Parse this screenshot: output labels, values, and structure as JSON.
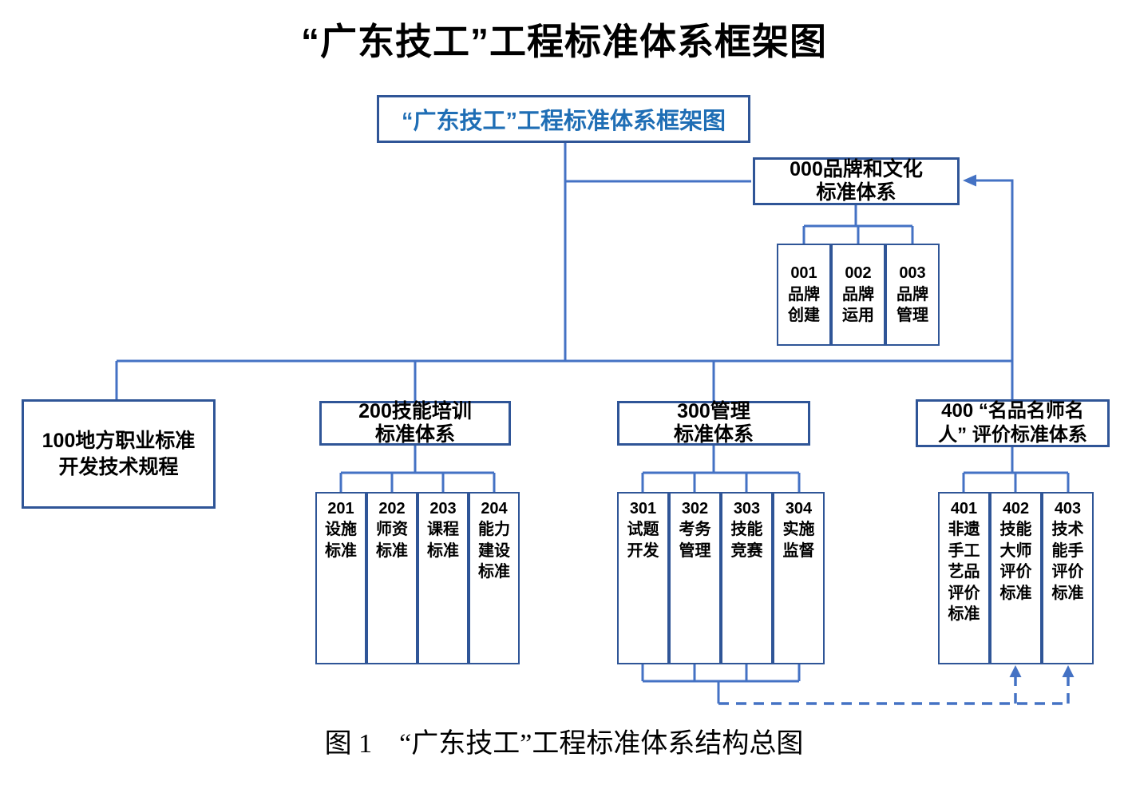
{
  "title": "“广东技工”工程标准体系框架图",
  "caption": "图 1　“广东技工”工程标准体系结构总图",
  "tree": {
    "root": {
      "label": "“广东技工”工程标准体系框架图"
    },
    "b000": {
      "label": "000品牌和文化\n标准体系",
      "children": [
        {
          "label": "001\n品牌\n创建"
        },
        {
          "label": "002\n品牌\n运用"
        },
        {
          "label": "003\n品牌\n管理"
        }
      ]
    },
    "b100": {
      "label": "100地方职业标准\n开发技术规程"
    },
    "b200": {
      "label": "200技能培训\n标准体系",
      "children": [
        {
          "label": "201\n设施\n标准"
        },
        {
          "label": "202\n师资\n标准"
        },
        {
          "label": "203\n课程\n标准"
        },
        {
          "label": "204\n能力\n建设\n标准"
        }
      ]
    },
    "b300": {
      "label": "300管理\n标准体系",
      "children": [
        {
          "label": "301\n试题\n开发"
        },
        {
          "label": "302\n考务\n管理"
        },
        {
          "label": "303\n技能\n竞赛"
        },
        {
          "label": "304\n实施\n监督"
        }
      ]
    },
    "b400": {
      "label": "400 “名品名师名\n人” 评价标准体系",
      "children": [
        {
          "label": "401\n非遗\n手工\n艺品\n评价\n标准"
        },
        {
          "label": "402\n技能\n大师\n评价\n标准"
        },
        {
          "label": "403\n技术\n能手\n评价\n标准"
        }
      ]
    }
  },
  "colors": {
    "connector": "#4472C4",
    "box_border": "#2F5597",
    "root_text": "#1F6EB5",
    "text": "#000000"
  }
}
